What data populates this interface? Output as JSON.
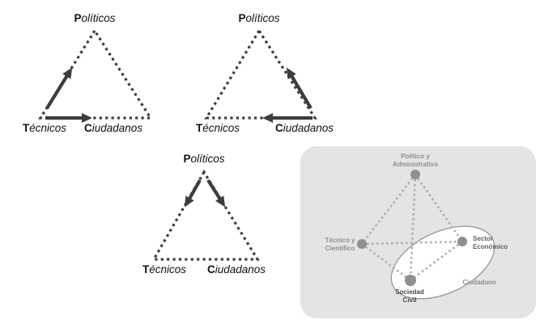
{
  "colors": {
    "ink": "#3d3d3d",
    "label": "#111111",
    "panel-bg": "#e4e4e4",
    "net-line": "#aeaeae",
    "node": "#8f8f8f",
    "net-label": "#8f8f8f",
    "net-label-strong": "#5f5f5f",
    "net-label-strongest": "#474747",
    "ellipse-stroke": "#9c9c9c",
    "page-bg": "#ffffff"
  },
  "triangle_labels": {
    "politicos_first": "P",
    "politicos_rest": "olíticos",
    "tecnicos_first": "T",
    "tecnicos_rest": "écnicos",
    "ciudadanos_first": "C",
    "ciudadanos_rest": "iudadanos"
  },
  "network": {
    "node_top_line1": "Político y",
    "node_top_line2": "Administrativo",
    "node_left_line1": "Técnico y",
    "node_left_line2": "Científico",
    "node_right_line1": "Sector",
    "node_right_line2": "Económico",
    "node_bottom_line1": "Sociedad",
    "node_bottom_line2": "Civil",
    "ellipse_label": "Ciudadano"
  }
}
